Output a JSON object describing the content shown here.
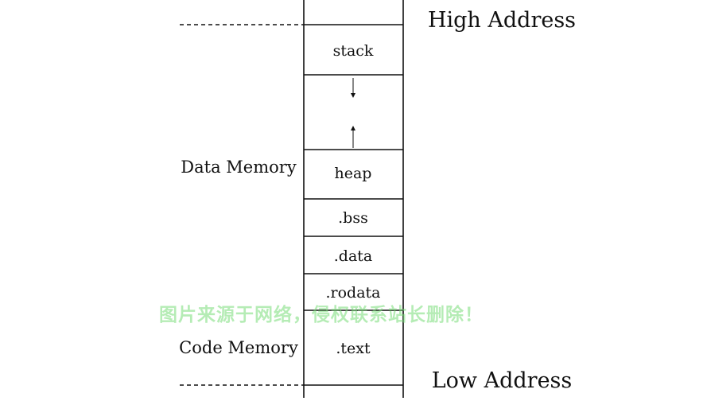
{
  "labels": {
    "high_address": "High Address",
    "low_address": "Low Address",
    "data_memory": "Data Memory",
    "code_memory": "Code Memory"
  },
  "segments": {
    "stack": "stack",
    "heap": "heap",
    "bss": ".bss",
    "data": ".data",
    "rodata": ".rodata",
    "text": ".text"
  },
  "watermark": "图片来源于网络，侵权联系站长删除！"
}
